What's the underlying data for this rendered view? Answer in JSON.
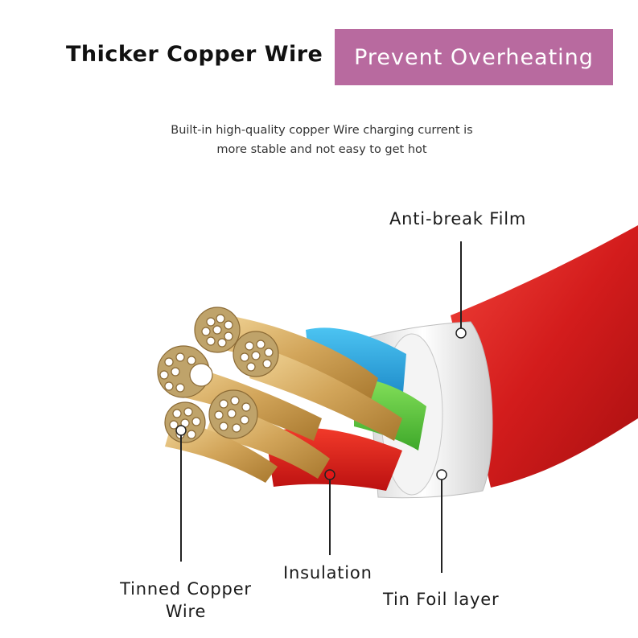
{
  "header": {
    "title": "Thicker Copper Wire",
    "tag": "Prevent Overheating",
    "tag_color": "#b86a9f"
  },
  "subtitle": {
    "line1": "Built-in high-quality copper Wire charging current is",
    "line2": "more stable and not easy to get hot"
  },
  "callouts": {
    "film": "Anti-break Film",
    "tinned_line1": "Tinned Copper",
    "tinned_line2": "Wire",
    "insulation": "Insulation",
    "foil": "Tin Foil layer"
  },
  "colors": {
    "jacket": "#d81f1f",
    "foil": "#eeeeee",
    "blue_core": "#2aa8e0",
    "green_core": "#5cc93a",
    "red_core": "#e11818",
    "copper": "#d9b26a"
  }
}
